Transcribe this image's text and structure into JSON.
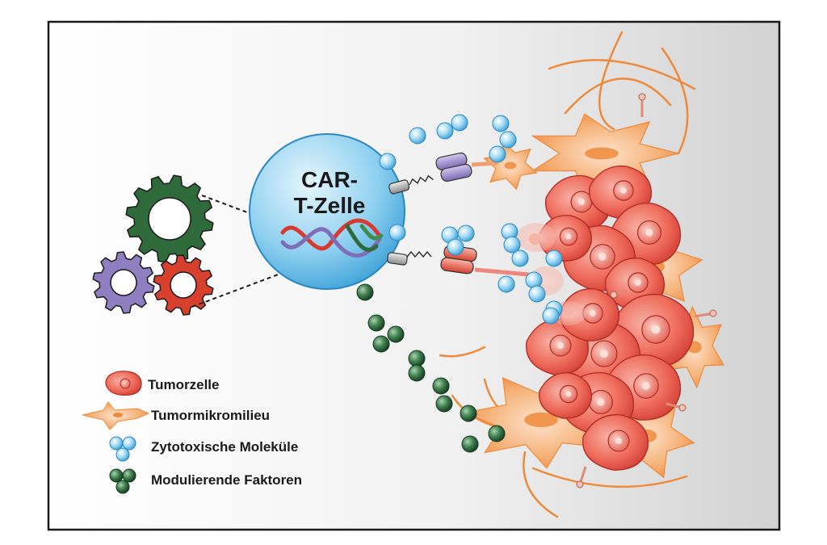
{
  "cell": {
    "line1": "CAR-",
    "line2": "T-Zelle"
  },
  "legend": [
    {
      "label": "Tumorzelle",
      "icon": "tumor-cell-icon"
    },
    {
      "label": "Tumormikromilieu",
      "icon": "microenvironment-icon"
    },
    {
      "label": "Zytotoxische Moleküle",
      "icon": "cytotoxic-molecules-icon"
    },
    {
      "label": "Modulierende Faktoren",
      "icon": "modulating-factors-icon"
    }
  ],
  "colors": {
    "frame": "#1a1a1a",
    "cell_blue": "#7cc6ec",
    "tumor_red": "#e8463c",
    "tumor_light": "#f6a99c",
    "micro_orange": "#f08c3a",
    "cytotoxic_blue": "#8fd0f0",
    "modulating_green": "#2c6a3c",
    "gear_green": "#2f6a3a",
    "gear_purple": "#8f7fc0",
    "gear_red": "#d8402e"
  }
}
